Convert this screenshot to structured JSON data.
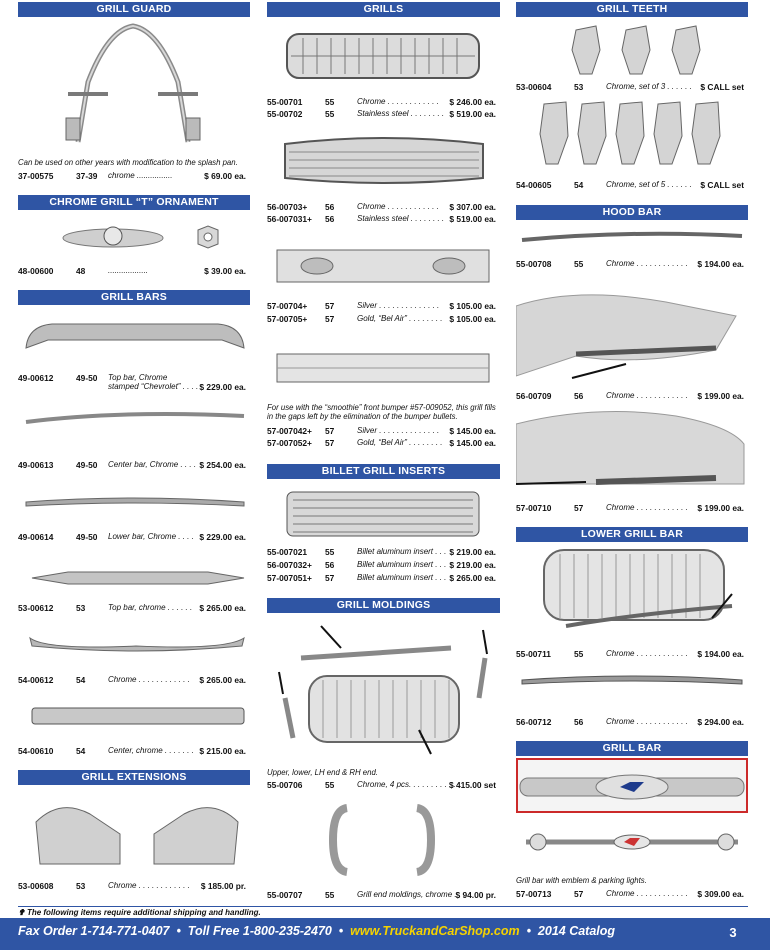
{
  "col1": {
    "grill_guard": {
      "title": "GRILL GUARD",
      "note": "Can be used on other years with modification to the splash pan.",
      "rows": [
        {
          "pn": "37-00575",
          "yr": "37-39",
          "desc": "chrome ................",
          "price": "$   69.00 ea."
        }
      ]
    },
    "t_ornament": {
      "title": "CHROME GRILL “T” ORNAMENT",
      "rows": [
        {
          "pn": "48-00600",
          "yr": "48",
          "desc": "..................",
          "price": "$   39.00 ea."
        }
      ]
    },
    "grill_bars": {
      "title": "GRILL BARS",
      "rows": [
        {
          "pn": "49-00612",
          "yr": "49-50",
          "desc": "Top bar, Chrome",
          "desc2": "stamped “Chevrolet” . . . .",
          "price": "$ 229.00 ea."
        },
        {
          "pn": "49-00613",
          "yr": "49-50",
          "desc": "Center bar, Chrome . . . .",
          "price": "$ 254.00 ea."
        },
        {
          "pn": "49-00614",
          "yr": "49-50",
          "desc": "Lower bar, Chrome . . . .",
          "price": "$ 229.00 ea."
        },
        {
          "pn": "53-00612",
          "yr": "53",
          "desc": "Top bar, chrome . . . . . .",
          "price": "$ 265.00 ea."
        },
        {
          "pn": "54-00612",
          "yr": "54",
          "desc": "Chrome . . . . . . . . . . . .",
          "price": "$ 265.00 ea."
        },
        {
          "pn": "54-00610",
          "yr": "54",
          "desc": "Center, chrome . . . . . . .",
          "price": "$ 215.00 ea."
        }
      ]
    },
    "grill_extensions": {
      "title": "GRILL EXTENSIONS",
      "rows": [
        {
          "pn": "53-00608",
          "yr": "53",
          "desc": "Chrome . . . . . . . . . . . .",
          "price": "$ 185.00  pr."
        }
      ]
    }
  },
  "col2": {
    "grills": {
      "title": "GRILLS",
      "rows": [
        {
          "pn": "55-00701",
          "yr": "55",
          "desc": "Chrome . . . . . . . . . . . .",
          "price": "$ 246.00 ea."
        },
        {
          "pn": "55-00702",
          "yr": "55",
          "desc": "Stainless steel . . . . . . . .",
          "price": "$ 519.00 ea."
        },
        {
          "pn": "56-00703+",
          "yr": "56",
          "desc": "Chrome . . . . . . . . . . . .",
          "price": "$ 307.00 ea."
        },
        {
          "pn": "56-007031+",
          "yr": "56",
          "desc": "Stainless steel . . . . . . . .",
          "price": "$ 519.00 ea."
        },
        {
          "pn": "57-00704+",
          "yr": "57",
          "desc": "Silver . . . . . . . . . . . . . .",
          "price": "$ 105.00 ea."
        },
        {
          "pn": "57-00705+",
          "yr": "57",
          "desc": "Gold, “Bel Air” . . . . . . . .",
          "price": "$ 105.00 ea."
        },
        {
          "pn": "57-007042+",
          "yr": "57",
          "desc": "Silver . . . . . . . . . . . . . .",
          "price": "$ 145.00 ea."
        },
        {
          "pn": "57-007052+",
          "yr": "57",
          "desc": "Gold, “Bel Air” . . . . . . . .",
          "price": "$ 145.00 ea."
        }
      ],
      "note": "For use with the “smoothie” front bumper #57-009052, this grill fills in the gaps left by the elimination of the bumper bullets."
    },
    "billet": {
      "title": "BILLET GRILL INSERTS",
      "rows": [
        {
          "pn": "55-007021",
          "yr": "55",
          "desc": "Billet aluminum insert . . .",
          "price": "$ 219.00 ea."
        },
        {
          "pn": "56-007032+",
          "yr": "56",
          "desc": "Billet aluminum insert . . .",
          "price": "$ 219.00 ea."
        },
        {
          "pn": "57-007051+",
          "yr": "57",
          "desc": "Billet aluminum insert . . .",
          "price": "$ 265.00 ea."
        }
      ]
    },
    "moldings": {
      "title": "GRILL MOLDINGS",
      "note": "Upper, lower, LH end & RH end.",
      "rows": [
        {
          "pn": "55-00706",
          "yr": "55",
          "desc": "Chrome, 4 pcs. . . . . . . . . . . .",
          "price": "$ 415.00  set"
        },
        {
          "pn": "55-00707",
          "yr": "55",
          "desc": "Grill end moldings, chrome . . .",
          "price": "$   94.00  pr."
        }
      ]
    }
  },
  "col3": {
    "teeth": {
      "title": "GRILL TEETH",
      "rows": [
        {
          "pn": "53-00604",
          "yr": "53",
          "desc": "Chrome, set of 3 . . . . . .",
          "price": "$   CALL  set"
        },
        {
          "pn": "54-00605",
          "yr": "54",
          "desc": "Chrome, set of 5 . . . . . .",
          "price": "$   CALL  set"
        }
      ]
    },
    "hood_bar": {
      "title": "HOOD BAR",
      "rows": [
        {
          "pn": "55-00708",
          "yr": "55",
          "desc": "Chrome . . . . . . . . . . . .",
          "price": "$ 194.00 ea."
        },
        {
          "pn": "56-00709",
          "yr": "56",
          "desc": "Chrome . . . . . . . . . . . .",
          "price": "$ 199.00 ea."
        },
        {
          "pn": "57-00710",
          "yr": "57",
          "desc": "Chrome . . . . . . . . . . . .",
          "price": "$ 199.00 ea."
        }
      ]
    },
    "lower_bar": {
      "title": "LOWER GRILL BAR",
      "rows": [
        {
          "pn": "55-00711",
          "yr": "55",
          "desc": "Chrome . . . . . . . . . . . .",
          "price": "$ 194.00 ea."
        },
        {
          "pn": "56-00712",
          "yr": "56",
          "desc": "Chrome . . . . . . . . . . . .",
          "price": "$ 294.00 ea."
        }
      ]
    },
    "grill_bar": {
      "title": "GRILL BAR",
      "note": "Grill bar with emblem & parking lights.",
      "rows": [
        {
          "pn": "57-00713",
          "yr": "57",
          "desc": "Chrome . . . . . . . . . . . .",
          "price": "$ 309.00 ea."
        }
      ]
    }
  },
  "footer": {
    "note": "The following items require additional shipping and handling.",
    "fax": "Fax Order  1-714-771-0407",
    "tollfree": "Toll Free  1-800-235-2470",
    "url": "www.TruckandCarShop.com",
    "catalog": "2014 Catalog",
    "page": "3"
  },
  "colors": {
    "header": "#2f55a4",
    "url": "#f5d200",
    "highlight": "#cc2a2a"
  }
}
